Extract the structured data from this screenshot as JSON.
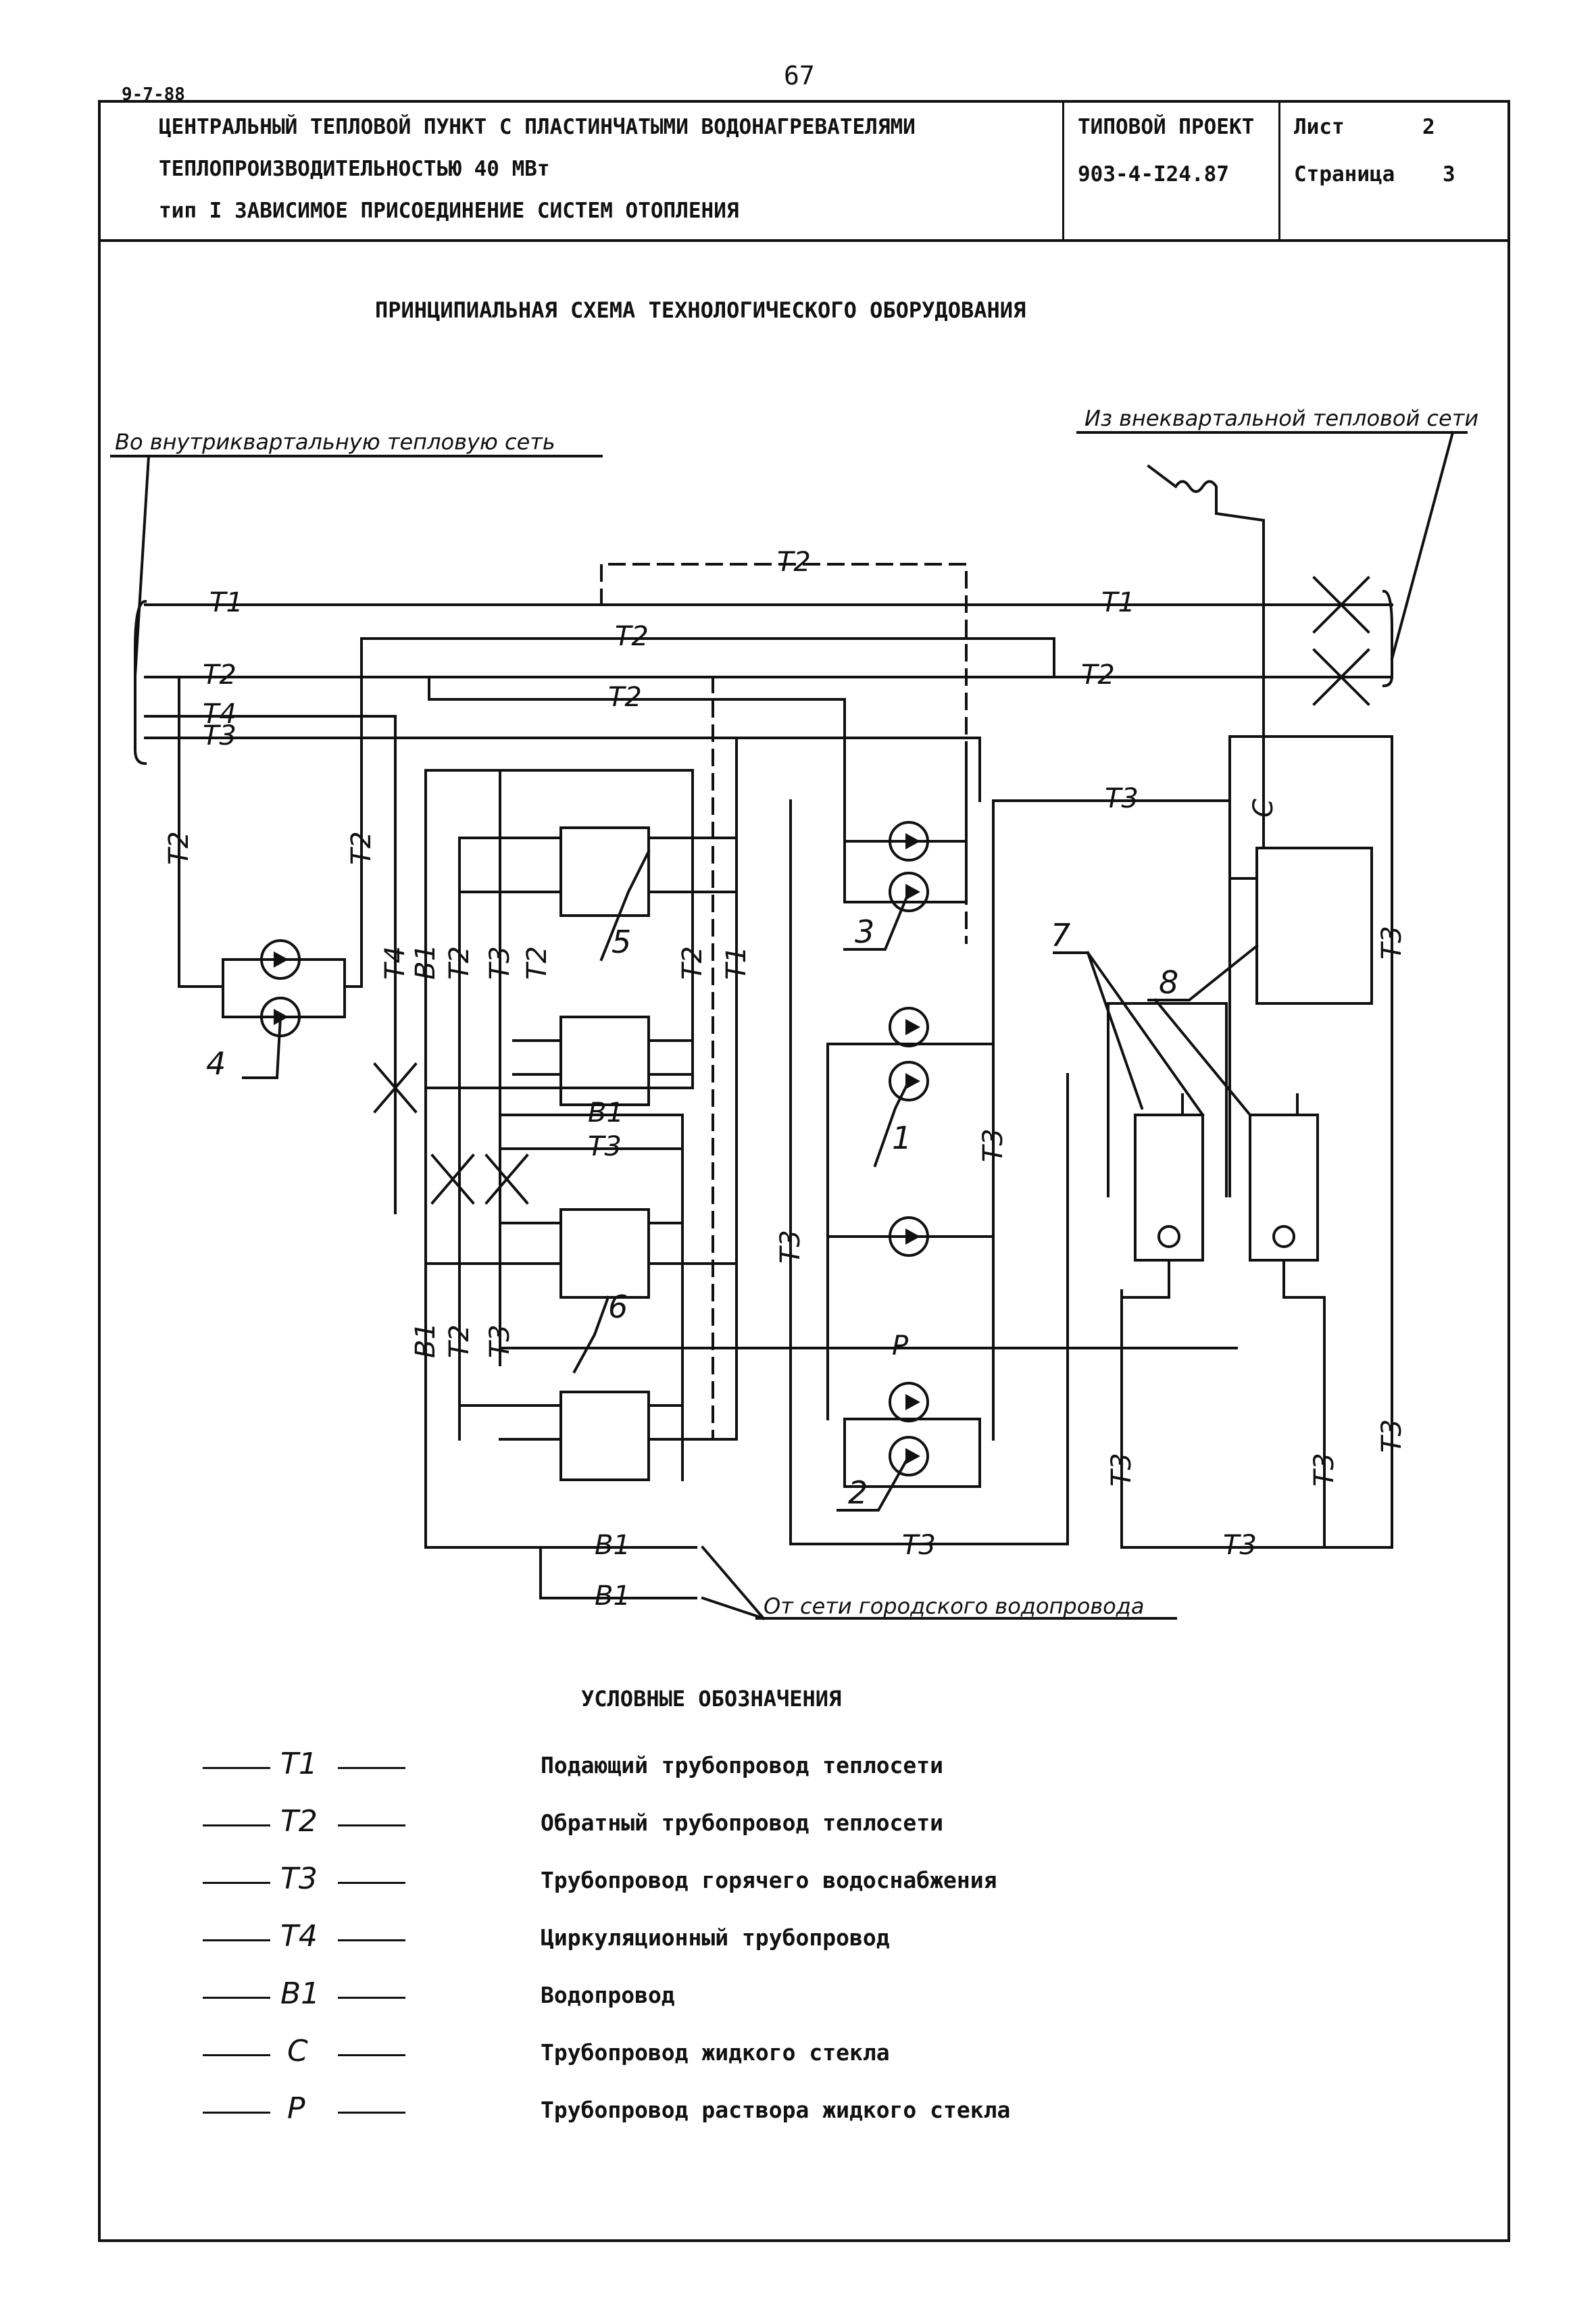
{
  "doc_code": "9-7-88",
  "page_number": "67",
  "title_block": {
    "line1": "ЦЕНТРАЛЬНЫЙ ТЕПЛОВОЙ ПУНКТ С ПЛАСТИНЧАТЫМИ ВОДОНАГРЕВАТЕЛЯМИ",
    "line2": "ТЕПЛОПРОИЗВОДИТЕЛЬНОСТЬЮ 40 МВт",
    "line3": "тип I ЗАВИСИМОЕ ПРИСОЕДИНЕНИЕ СИСТЕМ ОТОПЛЕНИЯ",
    "project_label": "ТИПОВОЙ ПРОЕКТ",
    "project_number": "903-4-I24.87",
    "sheet_label": "Лист",
    "sheet_number": "2",
    "page_label": "Страница",
    "page_value": "3"
  },
  "diagram": {
    "title": "ПРИНЦИПИАЛЬНАЯ СХЕМА ТЕХНОЛОГИЧЕСКОГО ОБОРУДОВАНИЯ",
    "note_left": "Во внутриквартальную тепловую сеть",
    "note_right": "Из внеквартальной тепловой сети",
    "note_bottom": "От сети городского водопровода",
    "pipe_labels": {
      "t1": "T1",
      "t2": "T2",
      "t3": "T3",
      "t4": "T4",
      "b1": "B1",
      "c": "C",
      "p": "P"
    },
    "callouts": [
      "1",
      "2",
      "3",
      "4",
      "5",
      "6",
      "7",
      "8"
    ]
  },
  "legend": {
    "title": "УСЛОВНЫЕ ОБОЗНАЧЕНИЯ",
    "items": [
      {
        "code": "T1",
        "desc": "Подающий трубопровод теплосети"
      },
      {
        "code": "T2",
        "desc": "Обратный трубопровод теплосети"
      },
      {
        "code": "T3",
        "desc": "Трубопровод горячего водоснабжения"
      },
      {
        "code": "T4",
        "desc": "Циркуляционный трубопровод"
      },
      {
        "code": "B1",
        "desc": "Водопровод"
      },
      {
        "code": "C",
        "desc": "Трубопровод жидкого стекла"
      },
      {
        "code": "P",
        "desc": "Трубопровод раствора жидкого стекла"
      }
    ]
  }
}
